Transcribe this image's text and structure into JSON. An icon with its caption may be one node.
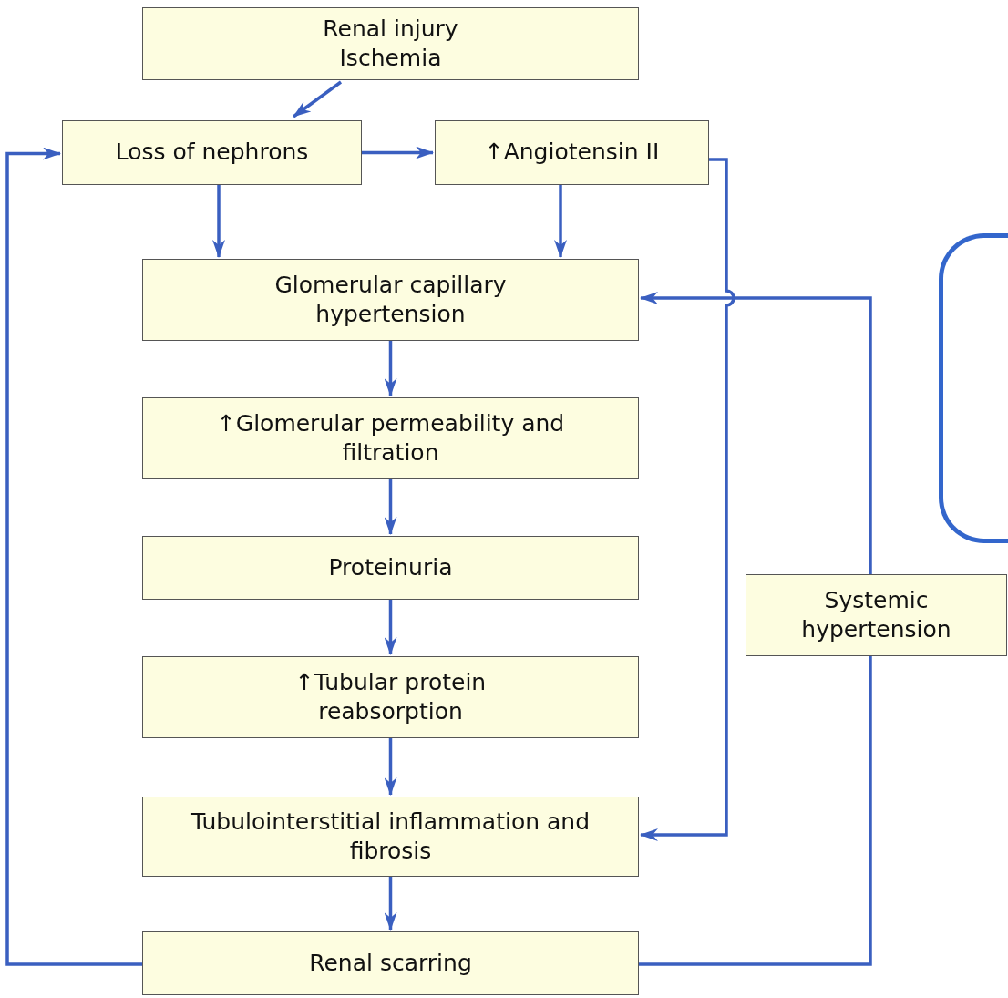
{
  "diagram": {
    "nodes": [
      {
        "text": [
          "Renal injury Ischemia"
        ]
      },
      {
        "text": [
          "Loss of nephrons"
        ]
      },
      {
        "text": [
          "↑Angiotensin II"
        ]
      },
      {
        "text": [
          "Glomerular capillary hypertension"
        ]
      },
      {
        "text": [
          "↑Glomerular permeability and filtration"
        ]
      },
      {
        "text": [
          "Proteinuria"
        ]
      },
      {
        "text": [
          "↑Tubular protein reabsorption"
        ]
      },
      {
        "text": [
          "Tubulointerstitial inflammation and fibrosis"
        ]
      },
      {
        "text": [
          "Renal scarring"
        ]
      },
      {
        "text": [
          "Systemic hypertension"
        ]
      },
      {
        "text": [],
        "shape": "box"
      }
    ],
    "edges": [
      {
        "from": 0,
        "to": 1,
        "arrow": "to"
      },
      {
        "from": 1,
        "to": 2,
        "arrow": "to"
      },
      {
        "from": 1,
        "to": 3,
        "arrow": "to"
      },
      {
        "from": 2,
        "to": 3,
        "arrow": "to"
      },
      {
        "from": 3,
        "to": 4,
        "arrow": "to"
      },
      {
        "from": 4,
        "to": 5,
        "arrow": "to"
      },
      {
        "from": 5,
        "to": 6,
        "arrow": "to"
      },
      {
        "from": 6,
        "to": 7,
        "arrow": "to"
      },
      {
        "from": 7,
        "to": 8,
        "arrow": "to"
      },
      {
        "from": 8,
        "to": 1,
        "arrow": "to"
      },
      {
        "from": 8,
        "to": 9,
        "arrow": "none"
      },
      {
        "from": 9,
        "to": 3,
        "arrow": "to"
      },
      {
        "from": 2,
        "to": 7,
        "arrow": "to"
      }
    ]
  }
}
